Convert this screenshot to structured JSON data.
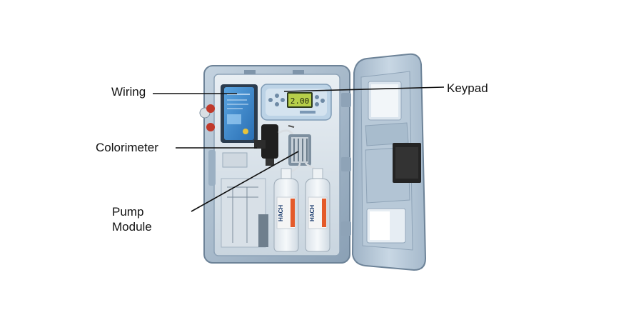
{
  "labels": {
    "wiring": "Wiring",
    "colorimeter": "Colorimeter",
    "pump_module": "Pump\nModule",
    "keypad": "Keypad"
  },
  "device": {
    "display_reading": "2.00",
    "bottle_brand": "HACH"
  },
  "colors": {
    "enclosure": "#a9bccd",
    "enclosure_dark": "#7f95aa",
    "door": "#b7c9d9",
    "panel_blue": "#2e7bc4",
    "keypad_face": "#bcd3e6",
    "lcd": "#b7cf4a",
    "latch": "#2a2a2a",
    "bottle_label": "#e45a2a",
    "leader_line": "#111111"
  }
}
